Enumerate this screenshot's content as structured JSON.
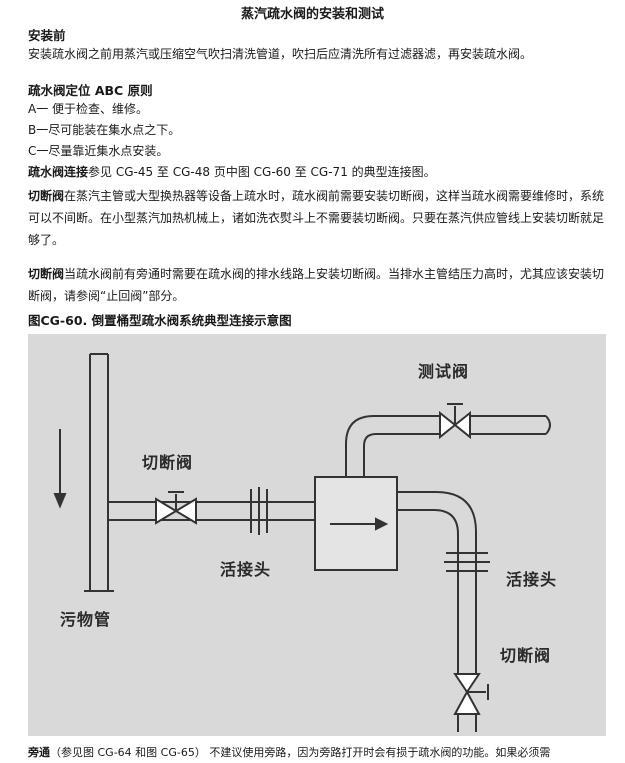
{
  "title": "蒸汽疏水阀的安装和测试",
  "section1": {
    "heading": "安装前",
    "body": "安装疏水阀之前用蒸汽或压缩空气吹扫清洗管道，吹扫后应清洗所有过滤器滤，再安装疏水阀。"
  },
  "section2": {
    "heading": "疏水阀定位 ABC 原则",
    "items": [
      "A一 便于检查、维修。",
      "B一尽可能装在集水点之下。",
      "C一尽量靠近集水点安装。"
    ]
  },
  "connection": {
    "lead": "疏水阀连接",
    "text": "参见 CG-45 至 CG-48 页中图 CG-60 至 CG-71 的典型连接图。"
  },
  "shutoff": {
    "lead": "切断阀",
    "text": "在蒸汽主管或大型换热器等设备上疏水时，疏水阀前需要安装切断阀，这样当疏水阀需要维修时，系统可以不间断。在小型蒸汽加热机械上，诸如洗衣熨斗上不需要装切断阀。只要在蒸汽供应管线上安装切断就足够了。"
  },
  "shutoff2": {
    "lead": "切断阀",
    "text": "当疏水阀前有旁通时需要在疏水阀的排水线路上安装切断阀。当排水主管结压力高时，尤其应该安装切断阀，请参阅“止回阀”部分。"
  },
  "figure": {
    "caption": "图CG-60. 倒置桶型疏水阀系统典型连接示意图",
    "labels": {
      "test_valve": "测试阀",
      "shutoff_valve_left": "切断阀",
      "union_left": "活接头",
      "union_right": "活接头",
      "shutoff_valve_right": "切断阀",
      "drain_pipe": "污物管"
    }
  },
  "footer": {
    "lead": "旁通",
    "text": "（参见图 CG-64 和图 CG-65） 不建议使用旁路，因为旁路打开时会有损于疏水阀的功能。如果必须需"
  }
}
